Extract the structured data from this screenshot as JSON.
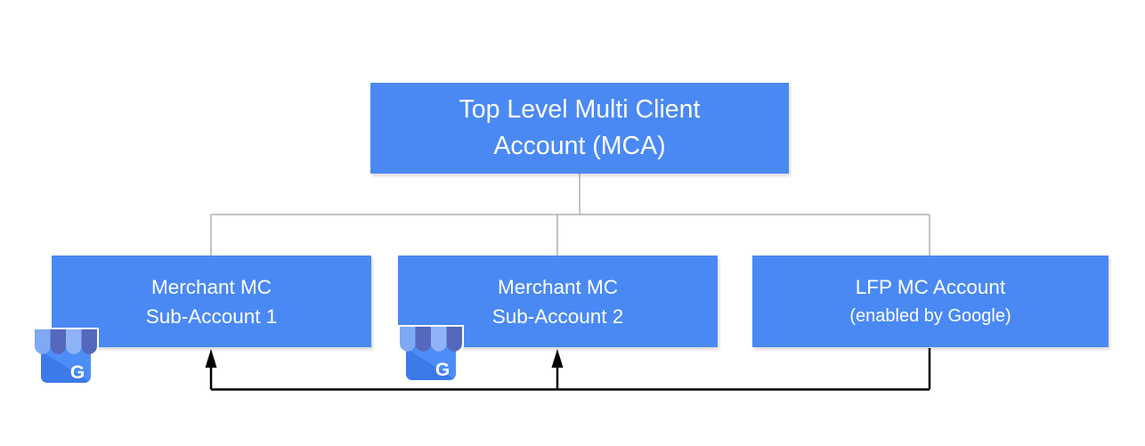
{
  "diagram": {
    "nodes": {
      "root": {
        "line1": "Top Level Multi Client",
        "line2": "Account (MCA)"
      },
      "sub1": {
        "line1": "Merchant MC",
        "line2": "Sub-Account 1"
      },
      "sub2": {
        "line1": "Merchant MC",
        "line2": "Sub-Account 2"
      },
      "lfp": {
        "line1": "LFP MC Account",
        "line2": "(enabled by Google)"
      }
    },
    "structure": {
      "hierarchy_edges": [
        "root→sub1",
        "root→sub2",
        "root→lfp"
      ],
      "arrow_edges": [
        "lfp→sub1",
        "lfp→sub2"
      ]
    },
    "icons": {
      "business_profile": {
        "name": "google-business-storefront-icon",
        "letter": "G"
      }
    },
    "colors": {
      "node_fill": "#4A89F4",
      "node_text": "#FFFFFF",
      "tree_line": "#B0B0B0",
      "arrow_line": "#000000",
      "icon_body": "#4D8DF7",
      "icon_body_shade": "#3C79E9",
      "icon_awning_light": "#7FA9F3",
      "icon_awning_lighter": "#8FB3F7",
      "icon_awning_dark": "#5468BE",
      "background": "#FFFFFF"
    }
  }
}
